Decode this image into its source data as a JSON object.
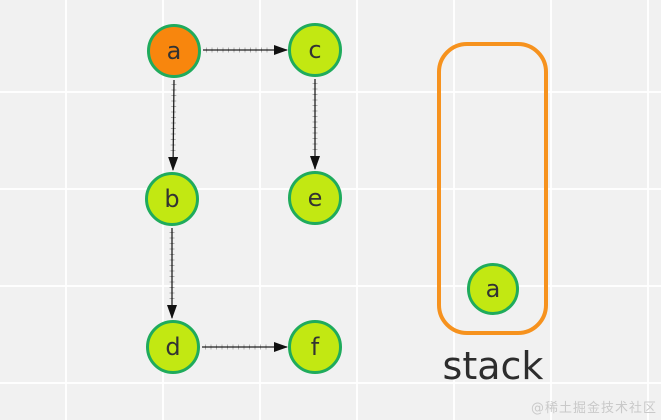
{
  "graph": {
    "nodes": [
      {
        "id": "a",
        "label": "a",
        "fill": "#f8860d"
      },
      {
        "id": "b",
        "label": "b",
        "fill": "#c2e812"
      },
      {
        "id": "c",
        "label": "c",
        "fill": "#c2e812"
      },
      {
        "id": "d",
        "label": "d",
        "fill": "#c2e812"
      },
      {
        "id": "e",
        "label": "e",
        "fill": "#c2e812"
      },
      {
        "id": "f",
        "label": "f",
        "fill": "#c2e812"
      }
    ],
    "edges": [
      {
        "from": "a",
        "to": "c"
      },
      {
        "from": "a",
        "to": "b"
      },
      {
        "from": "c",
        "to": "e"
      },
      {
        "from": "b",
        "to": "d"
      },
      {
        "from": "d",
        "to": "f"
      }
    ]
  },
  "stack": {
    "label": "stack",
    "items": [
      {
        "id": "a",
        "label": "a"
      }
    ]
  },
  "watermark": "@稀土掘金技术社区",
  "colors": {
    "background": "#f1f1f1",
    "grid_line": "#ffffff",
    "node_fill": "#c2e812",
    "node_border": "#1fab5c",
    "active_node_fill": "#f8860d",
    "stack_border": "#f6921e",
    "edge": "#222222",
    "node_label_text": "#333333",
    "stack_label_text": "#2d2d2d",
    "watermark_text": "#c9c9c9"
  }
}
